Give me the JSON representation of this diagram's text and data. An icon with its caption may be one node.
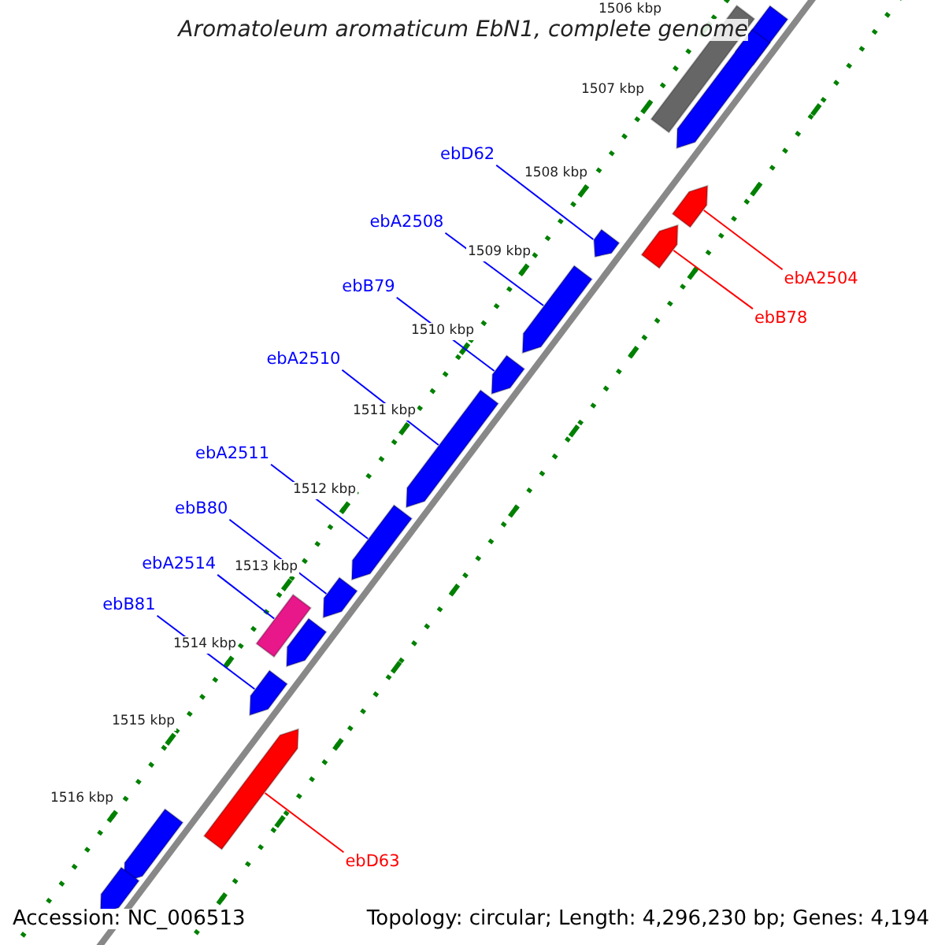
{
  "diagram": {
    "title": "Aromatoleum aromaticum EbN1, complete genome",
    "nodes": [
      {
        "text": [
          "ebD62"
        ]
      },
      {
        "text": [
          "ebA2508"
        ]
      },
      {
        "text": [
          "ebB79"
        ]
      },
      {
        "text": [
          "ebA2510"
        ]
      },
      {
        "text": [
          "ebA2511"
        ]
      },
      {
        "text": [
          "ebB80"
        ]
      },
      {
        "text": [
          "ebA2514"
        ]
      },
      {
        "text": [
          "ebB81"
        ]
      },
      {
        "text": [
          "ebA2504"
        ]
      },
      {
        "text": [
          "ebB78"
        ]
      },
      {
        "text": [
          "ebD63"
        ]
      },
      {
        "text": [],
        "shape": "arrow"
      },
      {
        "text": [],
        "shape": "arrow"
      },
      {
        "text": [],
        "shape": "arrow"
      },
      {
        "text": [],
        "shape": "arrow"
      },
      {
        "text": [],
        "shape": "arrow"
      },
      {
        "text": [],
        "shape": "arrow"
      },
      {
        "text": [],
        "shape": "box"
      },
      {
        "text": [],
        "shape": "arrow"
      },
      {
        "text": [],
        "shape": "arrow"
      },
      {
        "text": [],
        "shape": "arrow"
      },
      {
        "text": [],
        "shape": "arrow"
      },
      {
        "text": [],
        "shape": "arrow"
      },
      {
        "text": [],
        "shape": "box"
      },
      {
        "text": [],
        "shape": "arrow"
      },
      {
        "text": [],
        "shape": "arrow"
      },
      {
        "text": [],
        "shape": "arrow"
      },
      {
        "text": [],
        "shape": "arrow"
      }
    ],
    "edges": [
      {
        "from": 0,
        "to": 11,
        "arrow": "none"
      },
      {
        "from": 1,
        "to": 12,
        "arrow": "none"
      },
      {
        "from": 2,
        "to": 13,
        "arrow": "none"
      },
      {
        "from": 3,
        "to": 14,
        "arrow": "none"
      },
      {
        "from": 4,
        "to": 15,
        "arrow": "none"
      },
      {
        "from": 5,
        "to": 16,
        "arrow": "none"
      },
      {
        "from": 6,
        "to": 17,
        "arrow": "none"
      },
      {
        "from": 7,
        "to": 18,
        "arrow": "none"
      },
      {
        "from": 8,
        "to": 19,
        "arrow": "none",
        "color": "#ff0000"
      },
      {
        "from": 9,
        "to": 20,
        "arrow": "none",
        "color": "#ff0000"
      },
      {
        "from": 10,
        "to": 21,
        "arrow": "none",
        "color": "#ff0000"
      }
    ],
    "labels": [
      "1506 kbp",
      "1507 kbp",
      "1508 kbp",
      "1509 kbp",
      "1510 kbp",
      "1511 kbp",
      "1512 kbp",
      "1513 kbp",
      "1514 kbp",
      "1515 kbp",
      "1516 kbp",
      "Accession: NC_006513",
      "Topology: circular; Length: 4,296,230 bp; Genes: 4,194"
    ]
  }
}
